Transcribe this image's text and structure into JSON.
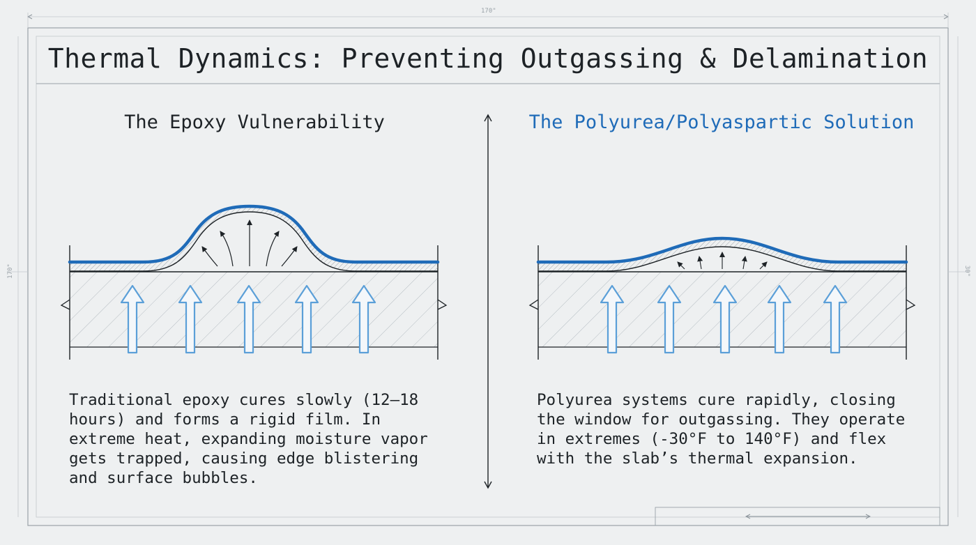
{
  "title": "Thermal Dynamics: Preventing Outgassing & Delamination",
  "dimension_labels": {
    "top": "170\"",
    "left": "170\"",
    "right": "30\""
  },
  "left_panel": {
    "heading": "The Epoxy Vulnerability",
    "description_lines": [
      "Traditional epoxy cures slowly (12–18",
      "hours) and forms a rigid film. In",
      "extreme heat, expanding moisture vapor",
      "gets trapped, causing edge blistering",
      "and surface bubbles."
    ]
  },
  "right_panel": {
    "heading": "The Polyurea/Polyaspartic Solution",
    "description_lines": [
      "Polyurea systems cure rapidly, closing",
      "the window for outgassing. They operate",
      "in extremes (-30°F to 140°F) and flex",
      "with the slab’s thermal expansion."
    ]
  },
  "colors": {
    "background": "#eef0f1",
    "ink": "#1d2226",
    "accent_blue": "#1f6bb8",
    "arrow_blue": "#5b9fd8",
    "frame_gray": "#9aa2a8"
  },
  "icons": {
    "divider": "double-headed-vertical-arrow",
    "vapor": "upward-block-arrow",
    "pressure": "small-upward-arrow"
  }
}
